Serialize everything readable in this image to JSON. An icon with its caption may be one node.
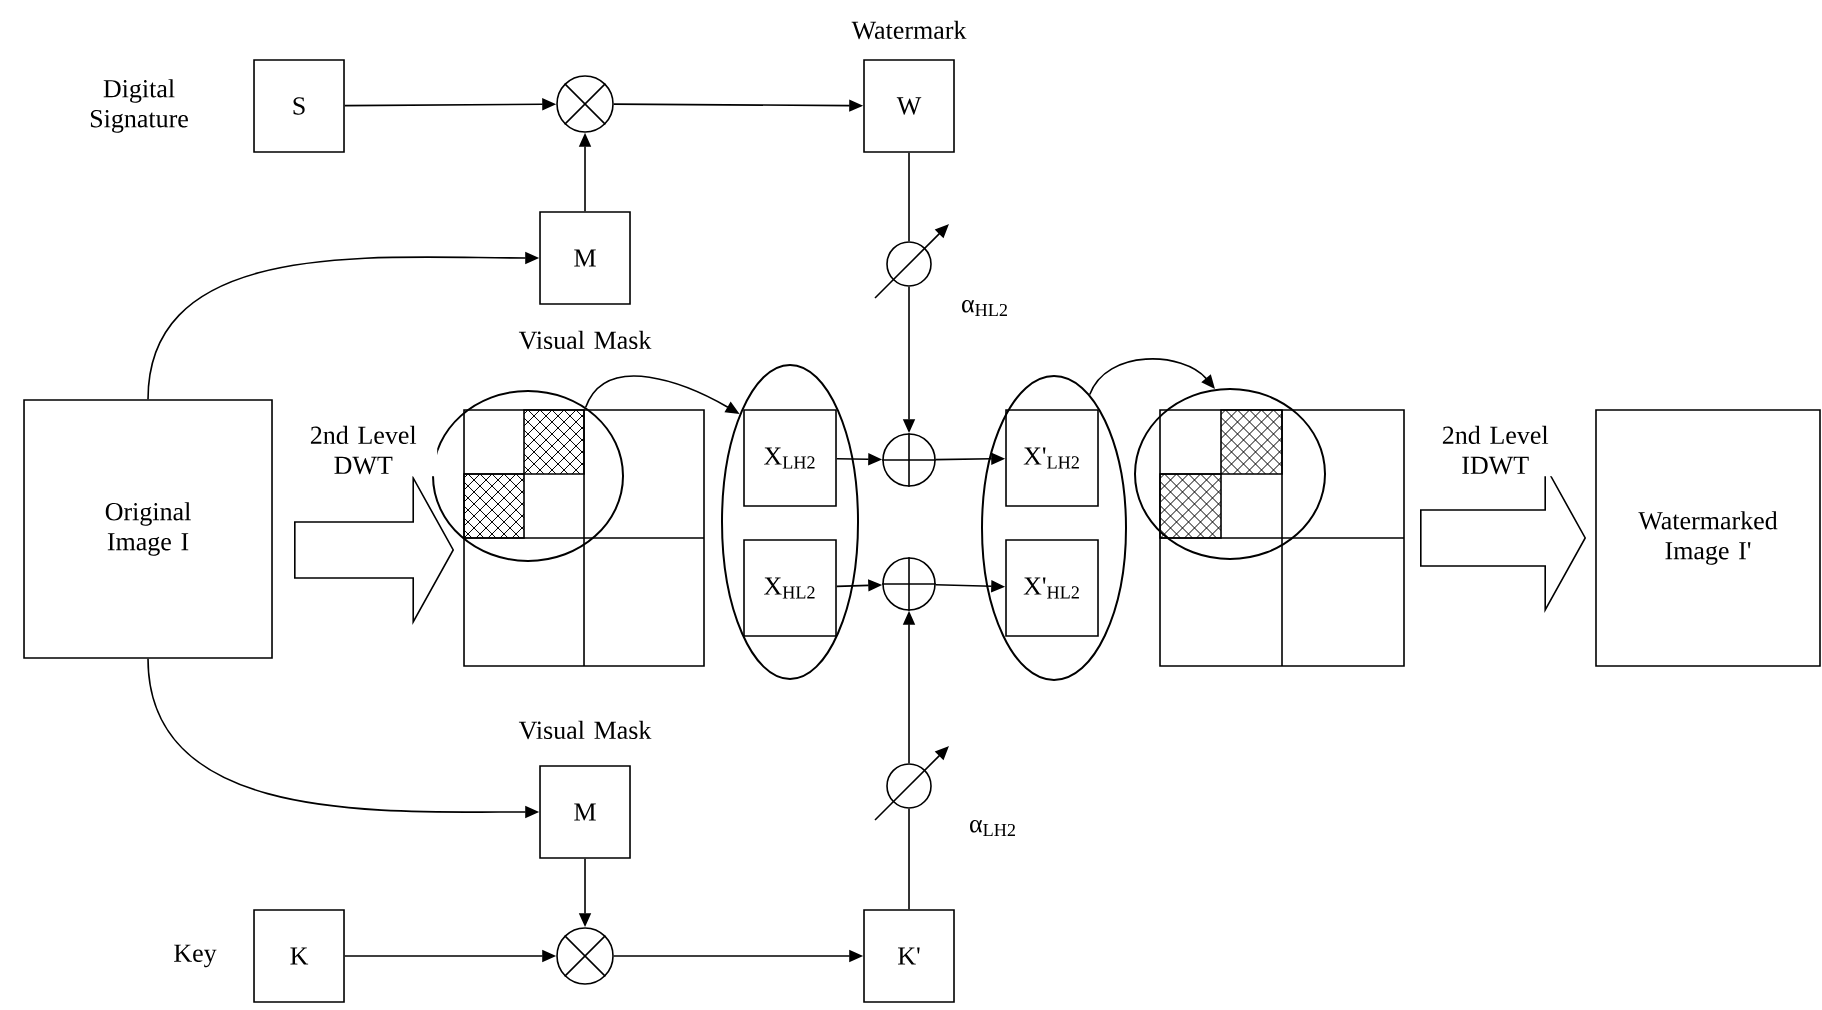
{
  "diagram": {
    "nodes": [
      {
        "text": [
          "S"
        ],
        "beside": [
          "Digital Signature"
        ]
      },
      {
        "text": [],
        "shape": "circle"
      },
      {
        "text": [
          "W"
        ],
        "beside": [
          "Watermark"
        ]
      },
      {
        "text": [
          "M"
        ],
        "beside": [
          "Visual Mask"
        ]
      },
      {
        "text": [],
        "shape": "circle",
        "beside": [
          "α$_{HL2}$"
        ]
      },
      {
        "text": [
          "Original Image I"
        ]
      },
      {
        "text": [],
        "shape": "box"
      },
      {
        "text": [],
        "shape": "ellipse"
      },
      {
        "text": [],
        "shape": "ellipse"
      },
      {
        "text": [
          "X$_{LH2}$"
        ],
        "in": 8
      },
      {
        "text": [
          "X$_{HL2}$"
        ],
        "in": 8
      },
      {
        "text": [],
        "shape": "circle"
      },
      {
        "text": [],
        "shape": "circle"
      },
      {
        "text": [],
        "shape": "ellipse"
      },
      {
        "text": [
          "X'$_{LH2}$"
        ],
        "in": 13
      },
      {
        "text": [
          "X'$_{HL2}$"
        ],
        "in": 13
      },
      {
        "text": [],
        "shape": "box"
      },
      {
        "text": [],
        "shape": "ellipse"
      },
      {
        "text": [
          "Watermarked Image I'"
        ]
      },
      {
        "text": [
          "M"
        ],
        "beside": [
          "Visual Mask"
        ]
      },
      {
        "text": [],
        "shape": "circle",
        "beside": [
          "α$_{LH2}$"
        ]
      },
      {
        "text": [
          "K"
        ],
        "beside": [
          "Key"
        ]
      },
      {
        "text": [],
        "shape": "circle"
      },
      {
        "text": [
          "K'"
        ]
      }
    ],
    "edges": [
      {
        "from": 0,
        "to": 1,
        "arrow": "to"
      },
      {
        "from": 3,
        "to": 1,
        "arrow": "to"
      },
      {
        "from": 1,
        "to": 2,
        "arrow": "to"
      },
      {
        "from": 2,
        "to": 4,
        "arrow": "none"
      },
      {
        "from": 4,
        "to": 11,
        "arrow": "to"
      },
      {
        "from": 9,
        "to": 11,
        "arrow": "to"
      },
      {
        "from": 11,
        "to": 14,
        "arrow": "to"
      },
      {
        "from": 10,
        "to": 12,
        "arrow": "to"
      },
      {
        "from": 12,
        "to": 15,
        "arrow": "to"
      },
      {
        "from": 5,
        "to": 3,
        "arrow": "to"
      },
      {
        "from": 5,
        "to": 19,
        "arrow": "to"
      },
      {
        "from": 5,
        "to": 6,
        "arrow": "to",
        "label": "2nd Level DWT"
      },
      {
        "from": 7,
        "to": 8,
        "arrow": "to"
      },
      {
        "from": 13,
        "to": 17,
        "arrow": "to"
      },
      {
        "from": 16,
        "to": 18,
        "arrow": "to",
        "label": "2nd Level IDWT"
      },
      {
        "from": 19,
        "to": 22,
        "arrow": "to"
      },
      {
        "from": 21,
        "to": 22,
        "arrow": "to"
      },
      {
        "from": 22,
        "to": 23,
        "arrow": "to"
      },
      {
        "from": 23,
        "to": 20,
        "arrow": "none"
      },
      {
        "from": 20,
        "to": 12,
        "arrow": "to"
      }
    ]
  }
}
